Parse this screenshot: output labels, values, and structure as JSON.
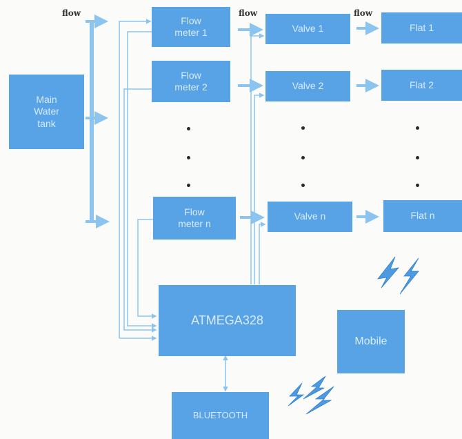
{
  "labels": {
    "flow": "flow",
    "main_tank": [
      "Main",
      "Water",
      "tank"
    ],
    "flow_meters": [
      [
        "Flow",
        "meter 1"
      ],
      [
        "Flow",
        "meter 2"
      ],
      [
        "Flow",
        "meter n"
      ]
    ],
    "valves": [
      "Valve 1",
      "Valve 2",
      "Valve n"
    ],
    "flats": [
      "Flat 1",
      "Flat 2",
      "Flat n"
    ],
    "controller": "ATMEGA328",
    "bluetooth": "BLUETOOTH",
    "mobile": "Mobile"
  },
  "colors": {
    "box_fill": "#58a2e6",
    "box_text": "#d9ecff",
    "connector": "#8cc4f0",
    "wireless_symbol": "#4d9ae0",
    "dots": "#2a2a2a",
    "flow_label": "#333333",
    "background": "#fbfbfa"
  },
  "icons": [
    "wireless-lightning-icon"
  ]
}
